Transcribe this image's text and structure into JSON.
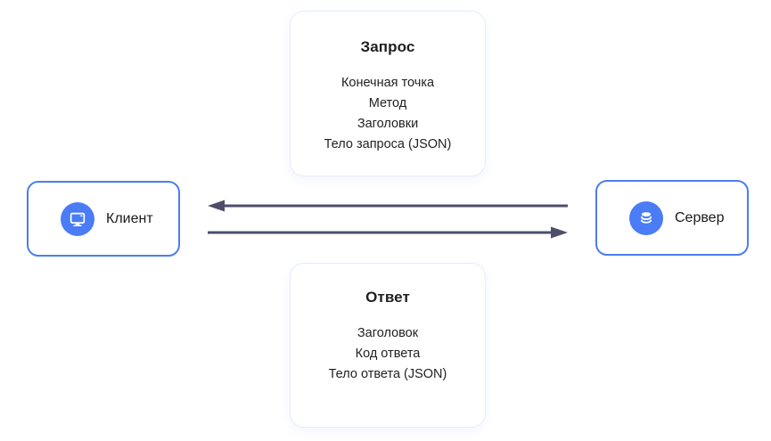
{
  "diagram": {
    "request_card": {
      "title": "Запрос",
      "items": [
        "Конечная точка",
        "Метод",
        "Заголовки",
        "Тело запроса (JSON)"
      ]
    },
    "response_card": {
      "title": "Ответ",
      "items": [
        "Заголовок",
        "Код ответа",
        "Тело ответа (JSON)"
      ]
    },
    "client_node": {
      "label": "Клиент",
      "icon": "monitor-icon"
    },
    "server_node": {
      "label": "Сервер",
      "icon": "database-icon"
    },
    "arrows": [
      {
        "name": "server-to-client",
        "direction": "left"
      },
      {
        "name": "client-to-server",
        "direction": "right"
      }
    ],
    "colors": {
      "accent_blue": "#4a7cf6",
      "node_border_blue": "#4d7dee",
      "card_border": "#e5ecfb",
      "arrow": "#4e4e6b",
      "text": "#1f1f1f",
      "background": "#ffffff"
    }
  }
}
